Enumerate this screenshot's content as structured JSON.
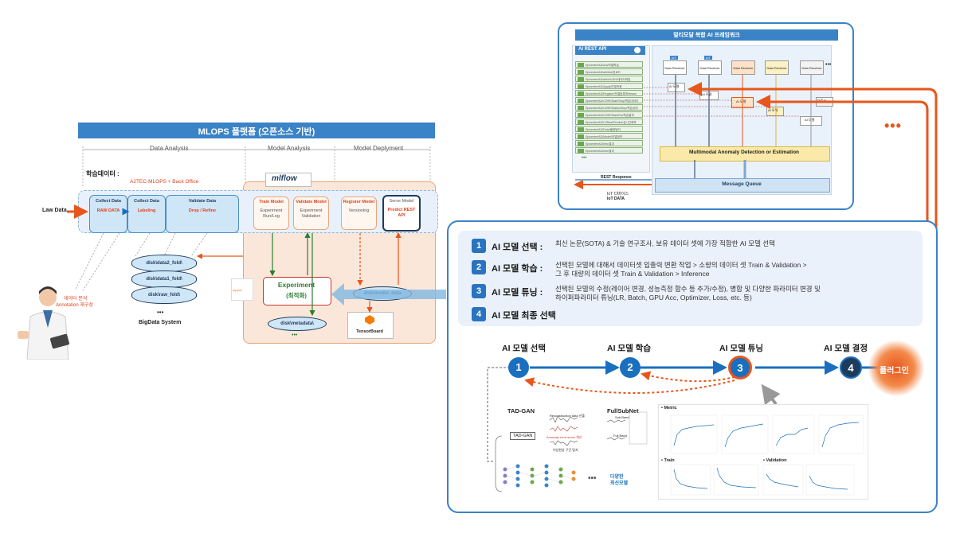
{
  "mlops": {
    "title": "MLOPS 플랫폼 (오픈소스 기반)",
    "sections": [
      "Data Analysis",
      "Model Analysis",
      "Model Deplyment"
    ],
    "training_data_label": "학습데이터 :",
    "back_office": "A2TEC-MLOPS + Back Office",
    "mlflow": "mlflow",
    "law_data": "Law Data",
    "stages": [
      {
        "title": "Collect Data",
        "sub": "RAW DATA"
      },
      {
        "title": "Collect Data",
        "sub": "Labeling"
      },
      {
        "title": "Validate Data",
        "sub": "Drop / Refine"
      }
    ],
    "model_stages": [
      {
        "title": "Train Model",
        "sub": "Experiment Run/Log"
      },
      {
        "title": "Validate Model",
        "sub": "Experiment Validation"
      },
      {
        "title": "Register Model",
        "sub": "Versioning"
      }
    ],
    "serve": {
      "title": "Serve Model",
      "sub": "Predict REST API"
    },
    "disks": [
      "disk\\data2_fold\\",
      "disk\\data1_fold\\",
      "disk\\raw_fold\\"
    ],
    "bigdata_dots": "•••",
    "bigdata": "BigData System",
    "experiment": "Experiment",
    "experiment_sub": "(최적화)",
    "metadata_disk": "disk\\metadata\\",
    "model_disk": "disk\\model_data",
    "tensorboard": "TensorBoard",
    "jupyter": "jupyter",
    "annotation": [
      "데이터 분석",
      "Annotation 재구성"
    ]
  },
  "framework": {
    "title": "멀티모달 복합 AI 프레임워크",
    "rest_api": "AI REST API",
    "api_rows": [
      "Epicenter/AD/A/a/모델학습",
      "Epicenter/AD/a/b/b/a/업로드",
      "Epicenter/AD/a/b/ALIGN/데이터파일",
      "Epicenter/AD/Apply/모델적용",
      "Epicenter/AD/Register/모델등록/Release",
      "Epicenter/AD/Cl/HR/Start/Stop/학습데이터",
      "Epicenter/AD/Cl/HR/Status/Stop/학습상태",
      "Epicenter/AD/Cl/HR/Start/Ext/학습결과",
      "Epicenter/AD/Cl/Real/Predict/실시간예측",
      "Epicenter/AD/Data/불량탐지",
      "Epicenter/AD/Model/모델정보",
      "Epicenter/AD/Info/결과",
      "Epicenter/AD/Info/결과"
    ],
    "rest_dots": "•••",
    "devices": [
      "Data Receiver",
      "Data Receiver",
      "Data Receiver",
      "Data Receiver",
      "Data Receiver"
    ],
    "iot": "IoT",
    "ai_model": "AI 모델",
    "ai_model2": "AI 모델",
    "ai_model3": "AI 모델",
    "ai_center": "AI 모델",
    "ai_apply": "AI 모델",
    "ai_side": "다중AI",
    "anomaly": "Multimodal Anomaly Detection or Estimation",
    "queue": "Message Queue",
    "rest_response": "REST Response",
    "iot_device": "IoT 디바이스",
    "iot_data": "IoT DATA",
    "more": "•••"
  },
  "steps": [
    {
      "num": "1",
      "title": "AI 모델 선택 :",
      "desc": [
        "최신 논문(SOTA) & 기술 연구조사, 보유 데이터 셋에 가장 적합한 AI 모델 선택"
      ]
    },
    {
      "num": "2",
      "title": "AI 모델 학습 :",
      "desc": [
        "선택된 모델에 대해서 데이터셋 입출력 변환 작업 > 소량의 데이터 셋 Train & Validation >",
        "그 후 대량의 데이터 셋 Train & Validation > Inference"
      ]
    },
    {
      "num": "3",
      "title": "AI 모델 튜닝 :",
      "desc": [
        "선택된 모델의 수정(레이어 변경, 성능측정 함수 등 추가/수정), 병합 및 다양한 파라미터 변경 및",
        "하이퍼파라미터 튜닝(LR, Batch, GPU Acc, Optimizer, Loss, etc. 등)"
      ]
    },
    {
      "num": "4",
      "title": "AI 모델 최종 선택",
      "desc": []
    }
  ],
  "flow": {
    "labels": [
      "AI 모델 선택",
      "AI 모델 학습",
      "AI 모델 튜닝",
      "AI 모델 결정"
    ],
    "nums": [
      "1",
      "2",
      "3",
      "4"
    ],
    "plugin": "플러그인"
  },
  "models": {
    "tadgan": "TAD-GAN",
    "tadgan2": "TAD-GAN",
    "reconstruction": "Reconstruction data 산출",
    "anomaly_score": "Anomaly error score 계산",
    "abnormal": "이상현상 구간 탐지",
    "fullsubnet": "FullSubNet",
    "subband": "Sub Band",
    "fullband": "Full Band",
    "various": [
      "다양한",
      "최신모델"
    ],
    "dots": "•••"
  },
  "metrics": {
    "metric": "•  Metric",
    "train": "•  Train",
    "validation": "•  Validation"
  },
  "colors": {
    "blue": "#1a6fbf",
    "orange": "#e8561b",
    "navy": "#1f3b5c",
    "light_panel": "#eaf1fa"
  }
}
